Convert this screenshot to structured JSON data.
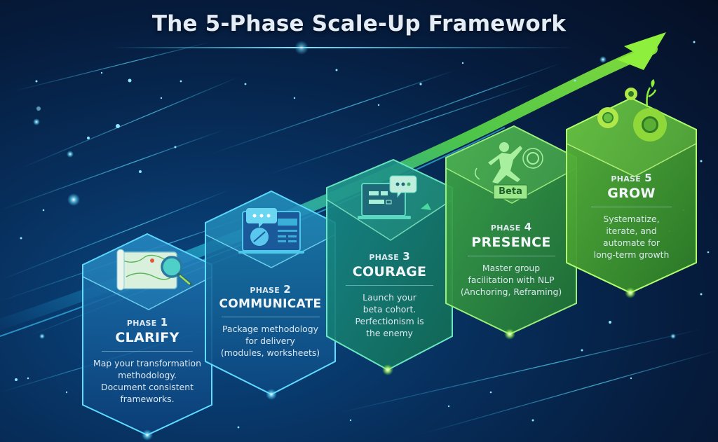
{
  "title": "The 5-Phase Scale-Up Framework",
  "colors": {
    "background_dark": "#050f24",
    "background_blue": "#0b4a86",
    "phase1_fill": "#0d4c86",
    "phase2_fill": "#0c5088",
    "phase3_fill": "#136e6a",
    "phase4_fill": "#2c8a3e",
    "phase5_fill": "#3e9a2c",
    "arrow_green": "#7be03a",
    "glow_cyan": "#3fd0ff"
  },
  "phases": [
    {
      "label": "PHASE",
      "number": "1",
      "name": "CLARIFY",
      "icon": "map-magnifier-icon",
      "description": [
        "Map your transformation",
        "methodology.",
        "Document consistent",
        "frameworks."
      ]
    },
    {
      "label": "PHASE",
      "number": "2",
      "name": "COMMUNICATE",
      "icon": "laptop-chat-icon",
      "description": [
        "Package methodology",
        "for delivery",
        "(modules, worksheets)"
      ]
    },
    {
      "label": "PHASE",
      "number": "3",
      "name": "COURAGE",
      "icon": "laptop-launch-icon",
      "description": [
        "Launch your",
        "beta cohort.",
        "Perfectionism is",
        "the enemy"
      ]
    },
    {
      "label": "PHASE",
      "number": "4",
      "name": "PRESENCE",
      "icon": "running-person-icon",
      "badge": "Beta",
      "description": [
        "Master group",
        "facilitation with NLP",
        "(Anchoring, Reframing)"
      ]
    },
    {
      "label": "PHASE",
      "number": "5",
      "name": "GROW",
      "icon": "gears-sprout-icon",
      "description": [
        "Systematize,",
        "iterate, and",
        "automate for",
        "long-term growth"
      ]
    }
  ]
}
